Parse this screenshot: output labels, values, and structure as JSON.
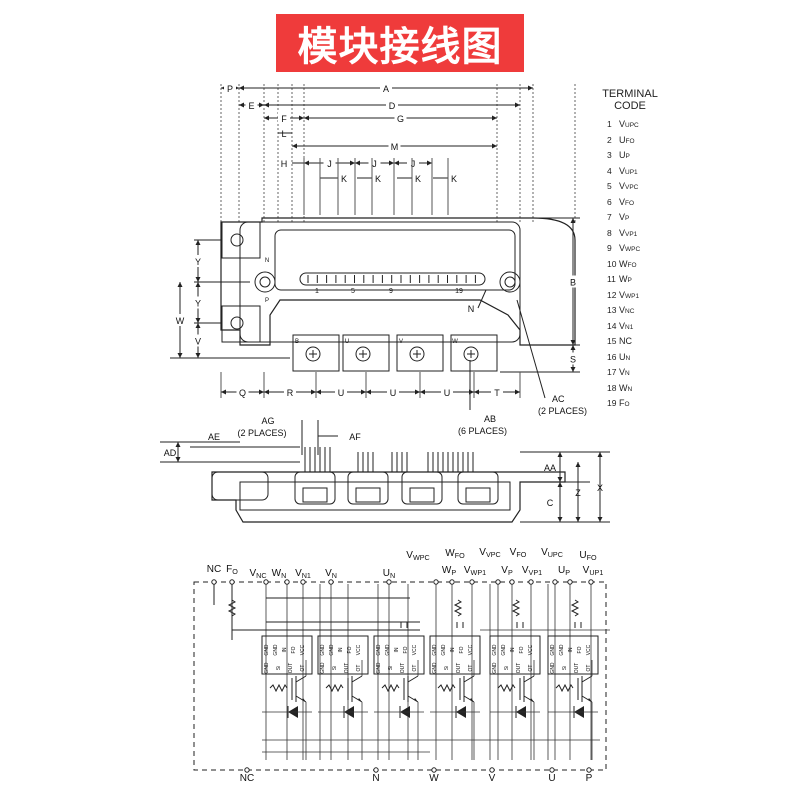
{
  "title": "模块接线图",
  "terminal": {
    "header_line1": "TERMINAL",
    "header_line2": "CODE",
    "items": [
      {
        "num": "1",
        "main": "V",
        "sub": "UPC"
      },
      {
        "num": "2",
        "main": "U",
        "sub": "FO"
      },
      {
        "num": "3",
        "main": "U",
        "sub": "P"
      },
      {
        "num": "4",
        "main": "V",
        "sub": "UP1"
      },
      {
        "num": "5",
        "main": "V",
        "sub": "VPC"
      },
      {
        "num": "6",
        "main": "V",
        "sub": "FO"
      },
      {
        "num": "7",
        "main": "V",
        "sub": "P"
      },
      {
        "num": "8",
        "main": "V",
        "sub": "VP1"
      },
      {
        "num": "9",
        "main": "V",
        "sub": "WPC"
      },
      {
        "num": "10",
        "main": "W",
        "sub": "FO"
      },
      {
        "num": "11",
        "main": "W",
        "sub": "P"
      },
      {
        "num": "12",
        "main": "V",
        "sub": "WP1"
      },
      {
        "num": "13",
        "main": "V",
        "sub": "NC"
      },
      {
        "num": "14",
        "main": "V",
        "sub": "N1"
      },
      {
        "num": "15",
        "main": "NC",
        "sub": ""
      },
      {
        "num": "16",
        "main": "U",
        "sub": "N"
      },
      {
        "num": "17",
        "main": "V",
        "sub": "N"
      },
      {
        "num": "18",
        "main": "W",
        "sub": "N"
      },
      {
        "num": "19",
        "main": "F",
        "sub": "O"
      }
    ]
  },
  "dimensions": {
    "top_labels": [
      "P",
      "A",
      "E",
      "D",
      "F",
      "G",
      "L",
      "M",
      "H",
      "J",
      "J",
      "J",
      "K",
      "K",
      "K",
      "K"
    ],
    "left_labels": [
      "Y",
      "Y",
      "W",
      "V"
    ],
    "right_labels": [
      "B",
      "S"
    ],
    "bottom_labels": [
      "Q",
      "R",
      "U",
      "U",
      "U",
      "T"
    ],
    "pin_numbers": [
      "1",
      "5",
      "9",
      "19"
    ],
    "marker_n": "N",
    "ac_label": "AC",
    "ac_note": "(2 PLACES)",
    "ab_label": "AB",
    "ab_note": "(6 PLACES)",
    "side_labels": {
      "ag": "AG",
      "ag_note": "(2 PLACES)",
      "ae": "AE",
      "af": "AF",
      "ad": "AD",
      "aa": "AA",
      "z": "Z",
      "c": "C",
      "x": "X"
    },
    "terminal_tags": [
      "B",
      "U",
      "V",
      "W"
    ],
    "left_tags": [
      "N",
      "P"
    ]
  },
  "schematic": {
    "top_pins": [
      {
        "main": "NC",
        "sub": ""
      },
      {
        "main": "F",
        "sub": "O"
      },
      {
        "main": "V",
        "sub": "NC"
      },
      {
        "main": "W",
        "sub": "N"
      },
      {
        "main": "V",
        "sub": "N1"
      },
      {
        "main": "V",
        "sub": "N"
      },
      {
        "main": "U",
        "sub": "N"
      },
      {
        "main": "V",
        "sub": "WPC"
      },
      {
        "main": "W",
        "sub": "FO"
      },
      {
        "main": "W",
        "sub": "P"
      },
      {
        "main": "V",
        "sub": "WP1"
      },
      {
        "main": "V",
        "sub": "VPC"
      },
      {
        "main": "V",
        "sub": "FO"
      },
      {
        "main": "V",
        "sub": "P"
      },
      {
        "main": "V",
        "sub": "VP1"
      },
      {
        "main": "V",
        "sub": "UPC"
      },
      {
        "main": "U",
        "sub": "FO"
      },
      {
        "main": "U",
        "sub": "P"
      },
      {
        "main": "V",
        "sub": "UP1"
      }
    ],
    "bottom_pins": [
      "NC",
      "N",
      "W",
      "V",
      "U",
      "P"
    ],
    "ic_top_pins": [
      "GND",
      "GND",
      "IN",
      "FO",
      "VCC"
    ],
    "ic_bottom_pins": [
      "GND",
      "Si",
      "OUT",
      "OT"
    ]
  }
}
